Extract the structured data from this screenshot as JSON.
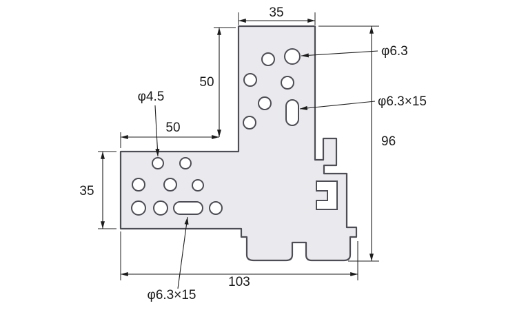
{
  "colors": {
    "background": "#ffffff",
    "part_fill": "#eaeaee",
    "outline": "#4d4d55",
    "dimension": "#1c1c1c"
  },
  "dimensions": {
    "top_width": "35",
    "upper_arm_height": "50",
    "upper_arm_inset": "50",
    "left_plate_height": "35",
    "overall_height": "96",
    "overall_width": "103"
  },
  "labels": {
    "small_hole_dia": "φ4.5",
    "large_hole_dia": "φ6.3",
    "upper_slot": "φ6.3×15",
    "lower_slot": "φ6.3×15"
  }
}
